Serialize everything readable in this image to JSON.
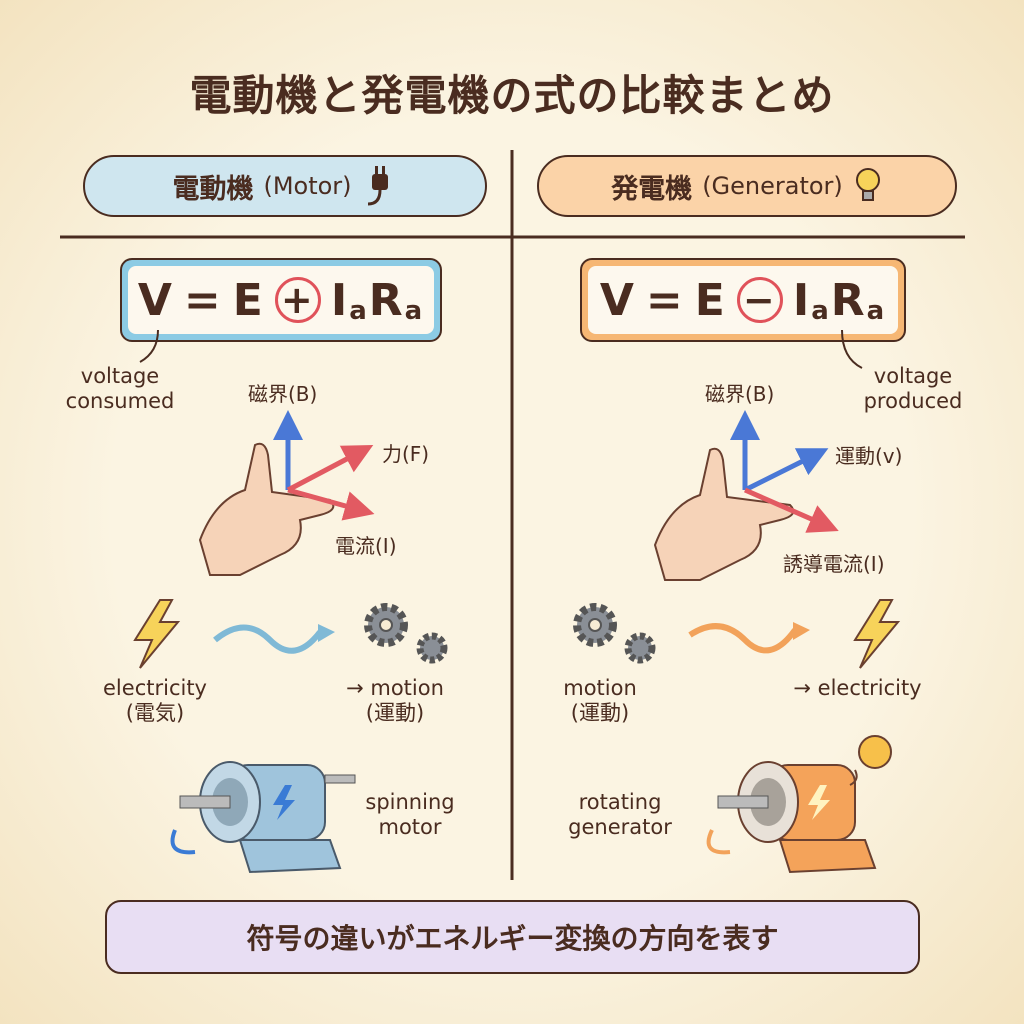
{
  "title": "電動機と発電機の式の比較まとめ",
  "colors": {
    "motor": "#cfe6ef",
    "generator": "#fbd3a8",
    "text": "#4a2c20",
    "accent_red": "#e0525a",
    "arrow_blue": "#4a78d6",
    "banner": "#e8def3"
  },
  "motor": {
    "header_jp": "電動機",
    "header_en": "(Motor)",
    "header_icon": "plug-icon",
    "formula": {
      "lhs": "V",
      "eq": "=",
      "e": "E",
      "sign": "+",
      "i": "I",
      "i_sub": "a",
      "r": "R",
      "r_sub": "a"
    },
    "formula_note": [
      "voltage",
      "consumed"
    ],
    "hand": {
      "b": "磁界(B)",
      "f": "力(F)",
      "i": "電流(I)"
    },
    "conversion": {
      "from_en": "electricity",
      "from_jp": "(電気)",
      "to_en": "→ motion",
      "to_jp": "(運動)"
    },
    "caption": [
      "spinning",
      "motor"
    ]
  },
  "generator": {
    "header_jp": "発電機",
    "header_en": "(Generator)",
    "header_icon": "lightbulb-icon",
    "formula": {
      "lhs": "V",
      "eq": "=",
      "e": "E",
      "sign": "−",
      "i": "I",
      "i_sub": "a",
      "r": "R",
      "r_sub": "a"
    },
    "formula_note": [
      "voltage",
      "produced"
    ],
    "hand": {
      "b": "磁界(B)",
      "v": "運動(v)",
      "i": "誘導電流(I)"
    },
    "conversion": {
      "from_en": "motion",
      "from_jp": "(運動)",
      "to_en": "→ electricity"
    },
    "caption": [
      "rotating",
      "generator"
    ]
  },
  "banner": "符号の違いがエネルギー変換の方向を表す"
}
